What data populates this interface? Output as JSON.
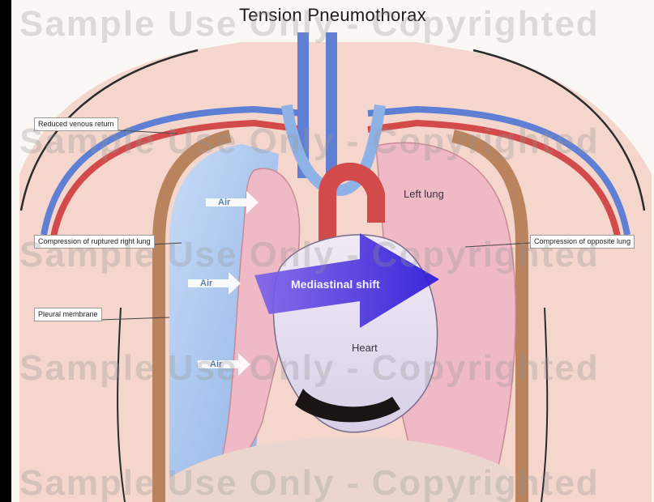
{
  "title": "Tension Pneumothorax",
  "callouts": {
    "left_top": "Reduced venous return",
    "left_mid": "Compression of ruptured right lung",
    "left_low": "Pleural membrane",
    "right_mid": "Compression of opposite lung"
  },
  "organs": {
    "left_lung": "Left lung",
    "heart": "Heart",
    "shift": "Mediastinal shift"
  },
  "air_labels": [
    "Air",
    "Air",
    "Air"
  ],
  "watermark": "Sample Use Only - Copyrighted",
  "colors": {
    "skin": "#f4d6cc",
    "air_space": "#a9c6ee",
    "lung": "#efb9c6",
    "artery": "#d24a4a",
    "vein": "#5e7fd3",
    "heart": "#e6e0ef",
    "shift_arrow": "#3b2bdc"
  }
}
